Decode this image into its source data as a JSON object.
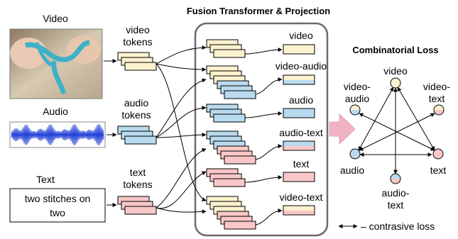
{
  "title": "Fusion Transformer & Projection",
  "loss_title": "Combinatorial Loss",
  "inputs": {
    "video": {
      "label": "Video",
      "tokens_label_1": "video",
      "tokens_label_2": "tokens"
    },
    "audio": {
      "label": "Audio",
      "tokens_label_1": "audio",
      "tokens_label_2": "tokens"
    },
    "text": {
      "label": "Text",
      "tokens_label_1": "text",
      "tokens_label_2": "tokens",
      "content_1": "two stitches on",
      "content_2": "two"
    }
  },
  "outputs": [
    "video",
    "video-audio",
    "audio",
    "audio-text",
    "text",
    "video-text"
  ],
  "loss_nodes": {
    "video": "video",
    "video_audio_1": "video-",
    "video_audio_2": "audio",
    "video_text_1": "video-",
    "video_text_2": "text",
    "audio": "audio",
    "text": "text",
    "audio_text_1": "audio-",
    "audio_text_2": "text"
  },
  "legend": "– contrasive loss",
  "colors": {
    "video": "#fdf2cf",
    "audio": "#b9daee",
    "text": "#f9c7c7",
    "box_border": "#6b6b6b",
    "arrow_fill": "#efb3c4",
    "waveform": "#1f3fd8"
  }
}
